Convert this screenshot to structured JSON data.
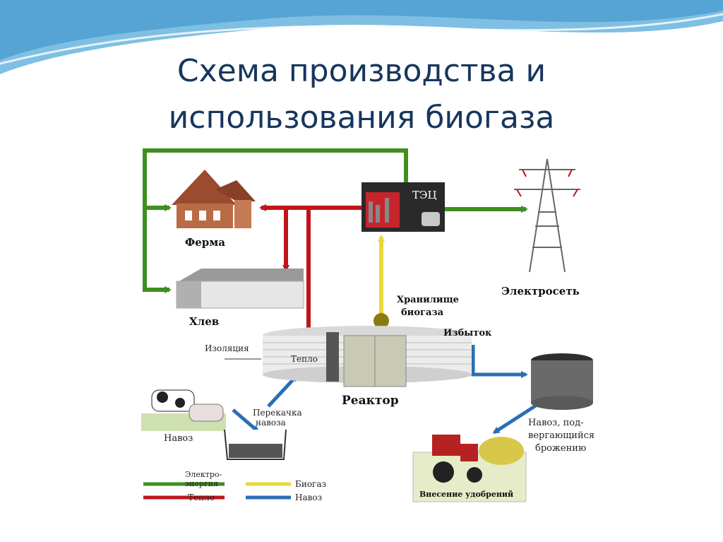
{
  "slide": {
    "title_line1": "Схема производства и",
    "title_line2": "использования биогаза"
  },
  "diagram": {
    "nodes": {
      "tec": "ТЭЦ",
      "farm": "Ферма",
      "barn": "Хлев",
      "grid": "Электросеть",
      "storage_line1": "Хранилище",
      "storage_line2": "биогаза",
      "surplus": "Избыток",
      "insulation": "Изоляция",
      "heat": "Тепло",
      "reactor": "Реактор",
      "pump_line1": "Перекачка",
      "pump_line2": "навоза",
      "manure": "Навоз",
      "ferment_line1": "Навоз, под-",
      "ferment_line2": "вергающийся",
      "ferment_line3": "брожению",
      "fertilizer": "Внесение удобрений"
    },
    "legend": {
      "electricity_line1": "Электро-",
      "electricity_line2": "энергия",
      "heat": "Тепло",
      "biogas": "Биогаз",
      "manure": "Навоз"
    },
    "colors": {
      "electricity": "#3f8f1f",
      "heat": "#c0141b",
      "biogas": "#e8d93a",
      "manure": "#2a6fb6",
      "title": "#17365d"
    }
  }
}
